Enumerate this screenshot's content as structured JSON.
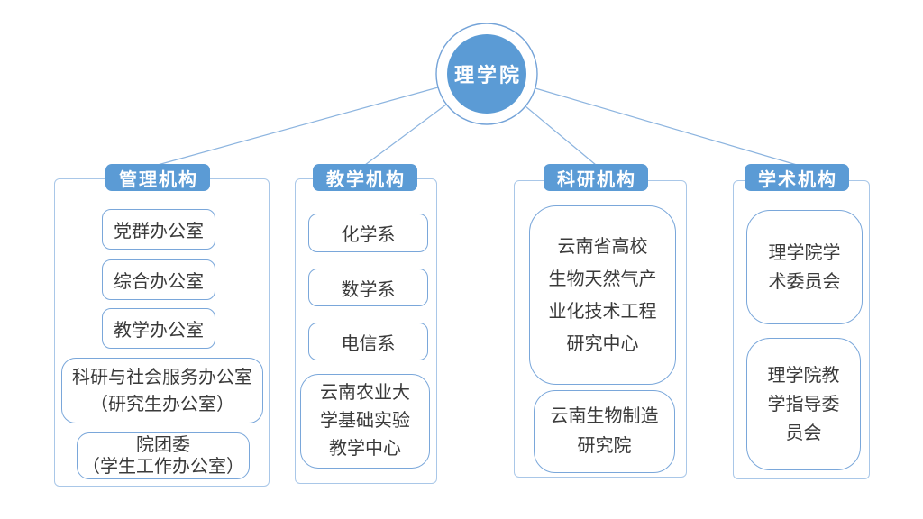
{
  "root": {
    "label": "理学院"
  },
  "branches": [
    {
      "title": "管理机构",
      "items": [
        "党群办公室",
        "综合办公室",
        "教学办公室",
        "科研与社会服务办公室\n（研究生办公室）",
        "院团委\n（学生工作办公室）"
      ]
    },
    {
      "title": "教学机构",
      "items": [
        "化学系",
        "数学系",
        "电信系",
        "云南农业大\n学基础实验\n教学中心"
      ]
    },
    {
      "title": "科研机构",
      "items": [
        "云南省高校\n生物天然气产\n业化技术工程\n研究中心",
        "云南生物制造\n研究院"
      ]
    },
    {
      "title": "学术机构",
      "items": [
        "理学院学\n术委员会",
        "理学院教\n学指导委\n员会"
      ]
    }
  ],
  "colors": {
    "accent": "#5B9BD5",
    "item_border": "#7AA7DA",
    "container_border": "#A9C7E8",
    "connector": "#8CB4DF",
    "text": "#3A3A3A",
    "background": "#FFFFFF"
  }
}
